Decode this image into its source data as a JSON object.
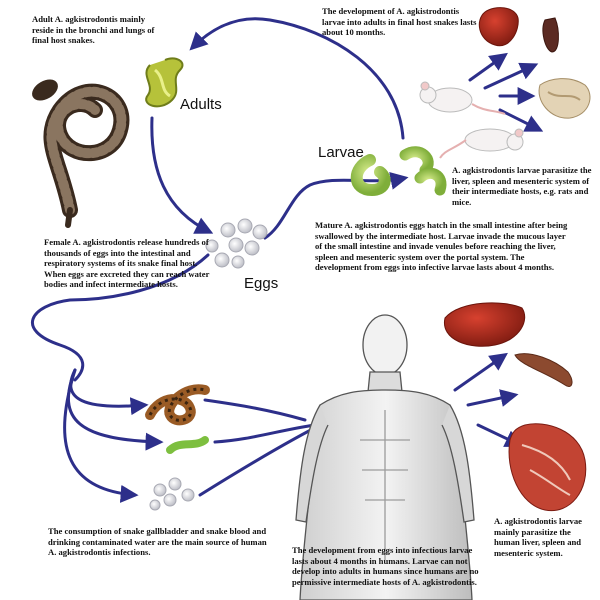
{
  "labels": {
    "adults": "Adults",
    "larvae": "Larvae",
    "eggs": "Eggs"
  },
  "captions": {
    "adult_habitat": "Adult A. agkistrodontis mainly reside in the bronchi and lungs of final host snakes.",
    "larvae_development": "The development of A. agkistrodontis larvae into adults in final host snakes lasts about 10 months.",
    "larvae_rodents": "A. agkistrodontis larvae parasitize the liver, spleen and mesenteric system of their intermediate hosts, e.g. rats and mice.",
    "female_eggs": "Female A. agkistrodontis release hundreds of thousands of eggs into the intestinal and respiratory systems of its snake final host. When eggs are excreted they can reach water bodies and infect intermediate hosts.",
    "egg_hatching": "Mature A. agkistrodontis eggs hatch in the small intestine after being swallowed by the intermediate host. Larvae invade the mucous layer of the small intestine and invade venules before reaching the liver, spleen and mesenteric system over the portal system. The development from eggs into infective larvae lasts about 4 months.",
    "infection_source": "The consumption of snake gallbladder and snake blood and drinking contaminated water are the main source of human A. agkistrodontis infections.",
    "human_development": "The development from eggs into infectious larvae lasts about 4 months in humans. Larvae can not develop into adults in humans since humans are no permissive intermediate hosts of A. agkistrodontis.",
    "human_organs": "A. agkistrodontis larvae mainly parasitize the human liver, spleen and mesenteric system."
  },
  "colors": {
    "arrow": "#2d2f8a",
    "worm": "#b8c43a",
    "larva": "#a9cf59",
    "liver": "#a3281b",
    "snake": "#7a4a22",
    "egg": "#d8d8de"
  }
}
